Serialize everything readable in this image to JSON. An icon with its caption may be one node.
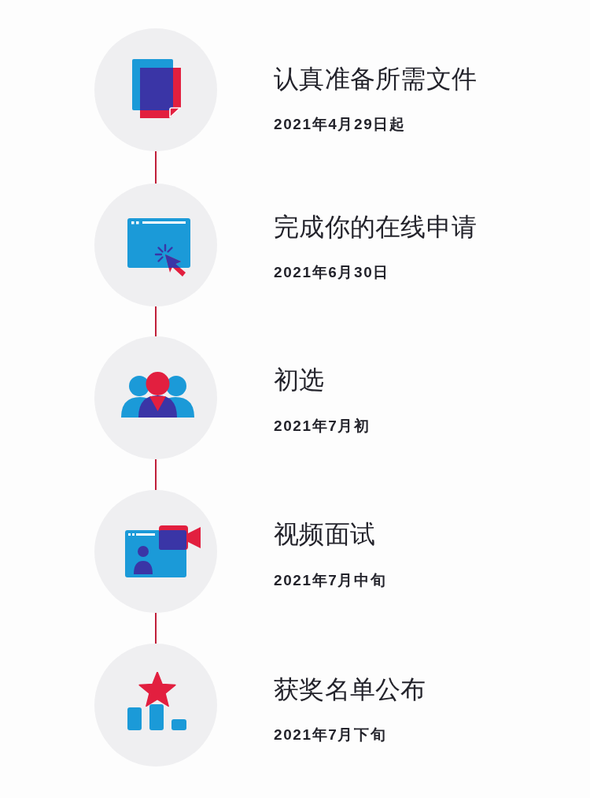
{
  "diagram": {
    "nodes": [
      {
        "text": [],
        "shape": "circle",
        "beside": [
          "认真准备所需文件",
          "2021年4月29日起"
        ]
      },
      {
        "text": [],
        "shape": "circle",
        "beside": [
          "完成你的在线申请",
          "2021年6月30日"
        ]
      },
      {
        "text": [],
        "shape": "circle",
        "beside": [
          "初选",
          "2021年7月初"
        ]
      },
      {
        "text": [],
        "shape": "circle",
        "beside": [
          "视频面试",
          "2021年7月中旬"
        ]
      },
      {
        "text": [],
        "shape": "circle",
        "beside": [
          "获奖名单公布",
          "2021年7月下旬"
        ]
      }
    ],
    "edges": [
      {
        "from": 0,
        "to": 1,
        "arrow": "none"
      },
      {
        "from": 1,
        "to": 2,
        "arrow": "none"
      },
      {
        "from": 2,
        "to": 3,
        "arrow": "none"
      },
      {
        "from": 3,
        "to": 4,
        "arrow": "none"
      }
    ]
  }
}
